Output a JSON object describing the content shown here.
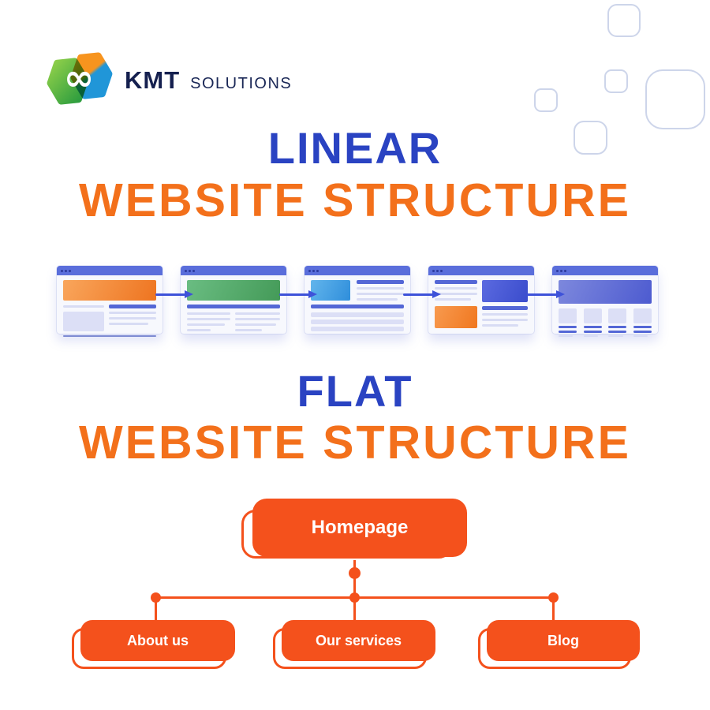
{
  "brand": {
    "name": "KMT",
    "suffix": "SOLUTIONS",
    "logo_icon": "infinity-loop-hexagons-icon"
  },
  "titles": {
    "linear": {
      "line1": "LINEAR",
      "line2": "WEBSITE STRUCTURE"
    },
    "flat": {
      "line1": "FLAT",
      "line2": "WEBSITE STRUCTURE"
    }
  },
  "linear_diagram": {
    "type": "sequential-flow",
    "pages": [
      {
        "name": "page-1",
        "hero": "orange banner, text column right, image block left"
      },
      {
        "name": "page-2",
        "hero": "green banner, two text columns"
      },
      {
        "name": "page-3",
        "hero": "light-blue image left, text right, wide rows below"
      },
      {
        "name": "page-4",
        "hero": "text left with orange block, blue image right"
      },
      {
        "name": "page-5",
        "hero": "blue banner, four card thumbnails"
      }
    ],
    "arrow_icon": "right-arrow-icon",
    "window_dots_icon": "window-dots-icon"
  },
  "flat_diagram": {
    "type": "tree",
    "root": {
      "label": "Homepage"
    },
    "children": [
      {
        "label": "About us"
      },
      {
        "label": "Our services"
      },
      {
        "label": "Blog"
      }
    ]
  },
  "colors": {
    "title_blue": "#2a43c2",
    "title_orange": "#f3701b",
    "flat_accent": "#f4511c",
    "arrow_blue": "#3e52d9",
    "window_bar_blue": "#5a6edb",
    "logo_navy": "#15204f",
    "decor_border": "#cdd5ea"
  }
}
